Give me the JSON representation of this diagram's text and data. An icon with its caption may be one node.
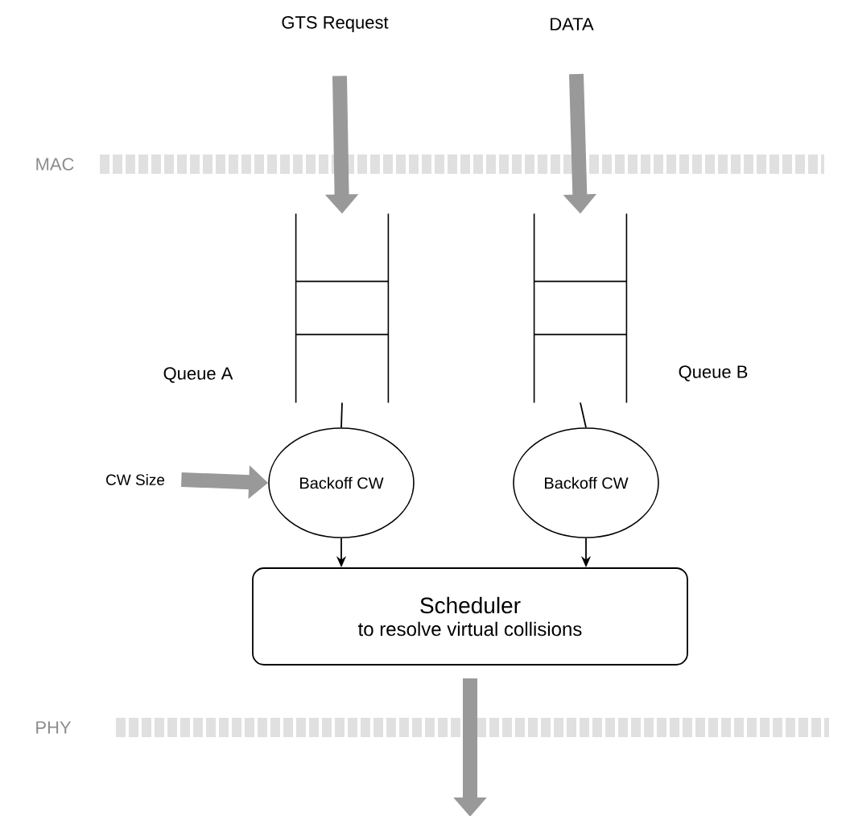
{
  "diagram": {
    "nodes": [
      {
        "text": [
          "GTS Request"
        ]
      },
      {
        "text": [
          "DATA"
        ]
      },
      {
        "text": [],
        "shape": "box",
        "beside": [
          "Queue A"
        ]
      },
      {
        "text": [],
        "shape": "box",
        "beside": [
          "Queue B"
        ]
      },
      {
        "text": [
          "CW Size"
        ]
      },
      {
        "text": [
          "Backoff CW"
        ]
      },
      {
        "text": [
          "Backoff CW"
        ]
      },
      {
        "text": [
          "Scheduler",
          "to resolve virtual collisions"
        ]
      }
    ],
    "edges": [
      {
        "from": 0,
        "to": 2,
        "arrow": "to",
        "style": "thick",
        "color": "#999999"
      },
      {
        "from": 1,
        "to": 3,
        "arrow": "to",
        "style": "thick",
        "color": "#999999"
      },
      {
        "from": 2,
        "to": 5,
        "arrow": "none",
        "color": "#000000"
      },
      {
        "from": 3,
        "to": 6,
        "arrow": "none",
        "color": "#000000"
      },
      {
        "from": 4,
        "to": 5,
        "arrow": "to",
        "style": "thick",
        "color": "#999999"
      },
      {
        "from": 5,
        "to": 7,
        "arrow": "to",
        "color": "#000000"
      },
      {
        "from": 6,
        "to": 7,
        "arrow": "to",
        "color": "#000000"
      },
      {
        "from": 7,
        "to": null,
        "arrow": "to",
        "style": "thick",
        "color": "#999999"
      }
    ],
    "labels": [
      "MAC",
      "PHY"
    ]
  }
}
